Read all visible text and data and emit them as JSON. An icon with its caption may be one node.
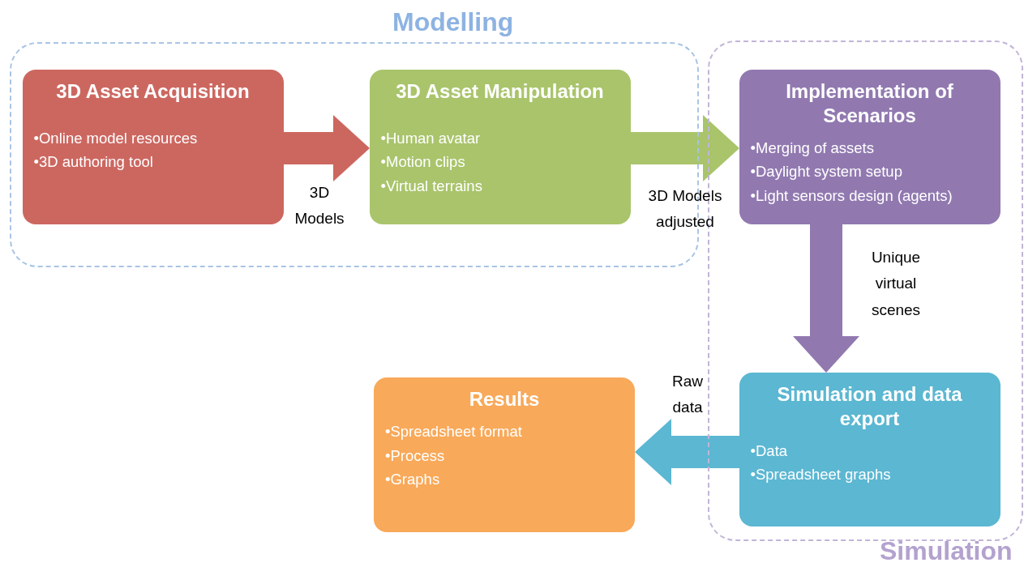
{
  "diagram": {
    "nodes": [
      {
        "text": [
          "Modelling"
        ]
      },
      {
        "text": [
          "3D Asset Acquisition",
          "•Online model resources",
          "•3D authoring tool"
        ],
        "in": 0
      },
      {
        "text": [
          "3D Asset Manipulation",
          "•Human avatar",
          "•Motion clips",
          "•Virtual terrains"
        ],
        "in": 0
      },
      {
        "text": [
          "Simulation"
        ]
      },
      {
        "text": [
          "Implementation of Scenarios",
          "•Merging of assets",
          "•Daylight system setup",
          "•Light sensors design (agents)"
        ],
        "in": 3
      },
      {
        "text": [
          "Simulation and data export",
          "•Data",
          "•Spreadsheet graphs"
        ],
        "in": 3
      },
      {
        "text": [
          "Results",
          "•Spreadsheet format",
          "•Process",
          "•Graphs"
        ]
      }
    ],
    "edges": [
      {
        "from": 1,
        "to": 2,
        "arrow": "to",
        "label": "3D Models",
        "color": "#cc6760"
      },
      {
        "from": 2,
        "to": 4,
        "arrow": "to",
        "label": "3D Models adjusted",
        "color": "#a9c46b"
      },
      {
        "from": 4,
        "to": 5,
        "arrow": "to",
        "label": "Unique virtual scenes",
        "color": "#9179b0"
      },
      {
        "from": 5,
        "to": 6,
        "arrow": "to",
        "label": "Raw data",
        "color": "#5bb7d2"
      }
    ]
  }
}
